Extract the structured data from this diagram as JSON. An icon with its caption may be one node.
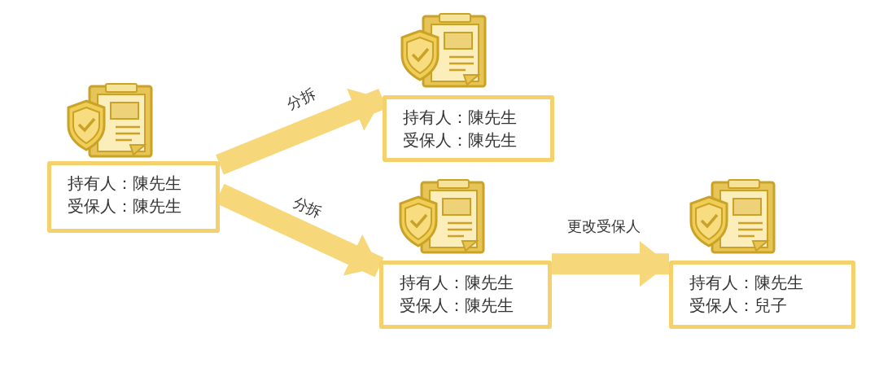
{
  "diagram": {
    "nodes": [
      {
        "text": [
          "持有人：陳先生",
          "受保人：陳先生"
        ]
      },
      {
        "text": [
          "持有人：陳先生",
          "受保人：陳先生"
        ]
      },
      {
        "text": [
          "持有人：陳先生",
          "受保人：陳先生"
        ]
      },
      {
        "text": [
          "持有人：陳先生",
          "受保人：兒子"
        ]
      }
    ],
    "edges": [
      {
        "from": 0,
        "to": 1,
        "arrow": "to",
        "label": "分拆"
      },
      {
        "from": 0,
        "to": 2,
        "arrow": "to",
        "label": "分拆"
      },
      {
        "from": 2,
        "to": 3,
        "arrow": "to",
        "label": "更改受保人"
      }
    ]
  }
}
